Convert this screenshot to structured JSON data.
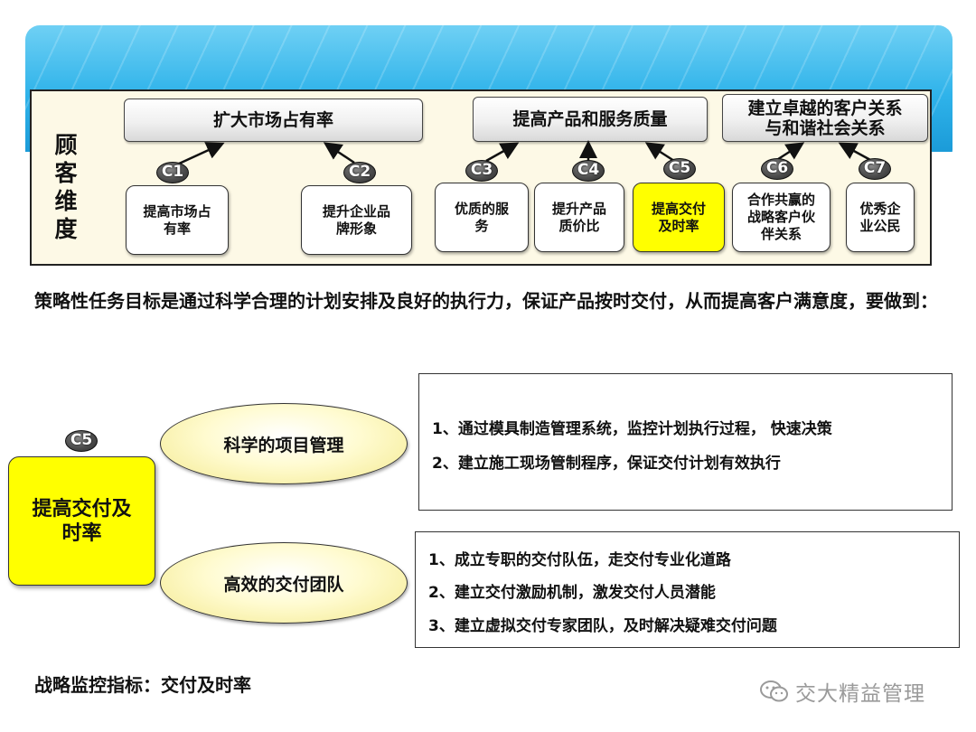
{
  "dimension_label": [
    "顾",
    "客",
    "维",
    "度"
  ],
  "goals": [
    {
      "text": "扩大市场占有率"
    },
    {
      "text": "提高产品和服务质量"
    },
    {
      "text": "建立卓越的客户关系\n与和谐社会关系"
    }
  ],
  "items": [
    {
      "code": "C1",
      "text": "提高市场占\n有率"
    },
    {
      "code": "C2",
      "text": "提升企业品\n牌形象"
    },
    {
      "code": "C3",
      "text": "优质的服\n务"
    },
    {
      "code": "C4",
      "text": "提升产品\n质价比"
    },
    {
      "code": "C5",
      "text": "提高交付\n及时率"
    },
    {
      "code": "C6",
      "text": "合作共赢的\n战略客户伙\n伴关系"
    },
    {
      "code": "C7",
      "text": "优秀企\n业公民"
    }
  ],
  "statement": "策略性任务目标是通过科学合理的计划安排及良好的执行力，保证产品按时交付，从而提高客户满意度，要做到：",
  "focus": {
    "code": "C5",
    "text": "提高交付及\n时率"
  },
  "approaches": [
    {
      "title": "科学的项目管理",
      "actions": [
        "1、通过模具制造管理系统，监控计划执行过程， 快速决策",
        "2、建立施工现场管制程序，保证交付计划有效执行"
      ]
    },
    {
      "title": "高效的交付团队",
      "actions": [
        "1、成立专职的交付队伍，走交付专业化道路",
        "2、建立交付激励机制，激发交付人员潜能",
        "3、建立虚拟交付专家团队，及时解决疑难交付问题"
      ]
    }
  ],
  "metric": "战略监控指标：交付及时率",
  "watermark": "交大精益管理",
  "colors": {
    "highlight": "#ffff00",
    "header_blue": "#2fb3ea",
    "frame_bg": "#fdf9e6"
  }
}
